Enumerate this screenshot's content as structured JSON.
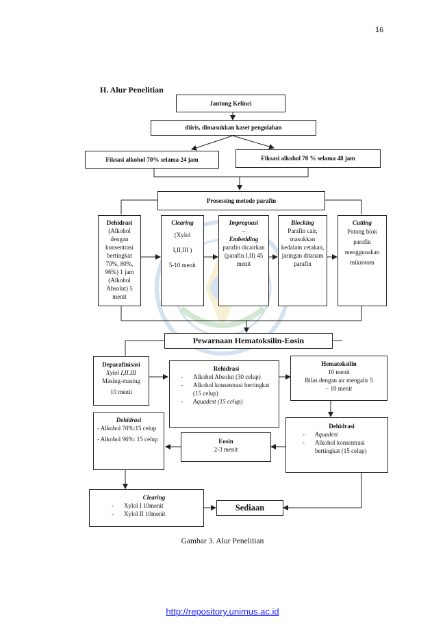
{
  "page_number": "16",
  "section_title": "H.  Alur Penelitian",
  "flow": {
    "start": "Jantung Kelinci",
    "step_cut": "diiris, dimasukkan kaset pengolahan",
    "fix_left": "Fiksasi alkohol 70%  selama 24 jam",
    "fix_right": "Fiksasi alkohol 70 % selama 48 jam",
    "processing": "Prosessing metode parafin",
    "dehidrasi": {
      "title": "Dehidrasi",
      "text": "(Alkohol dengan konsentrasi bertingkat 70%, 80%, 96%) 1 jam (Alkohol Absolut) 5 menit"
    },
    "clearing": {
      "title": "Clearing",
      "line1": "(Xylol",
      "line2": "I,II,III  )",
      "line3": "5-10 menit"
    },
    "impregnasi": {
      "title": "Impregnasi",
      "dash": "–",
      "title2": "Embedding",
      "text": "parafin dicairkan (parafin I,II) 45 menit"
    },
    "blocking": {
      "title": "Blocking",
      "text": "Parafin cair, masukkan kedalam cetakan, jaringan ditanam parafin"
    },
    "cutting": {
      "title": "Cutting",
      "text": "Potong blok parafin menggunakan mikrotom"
    },
    "pewarnaan": "Pewarnaan Hematoksilin-Eosin",
    "deparafinisasi": {
      "title": "Deparafinisasi",
      "line1": "Xylol I,II,III",
      "line2": "Masing-masing",
      "line3": "10 menit"
    },
    "rehidrasi": {
      "title": "Rehidrasi",
      "items": [
        "Alkohol Absolut (30 celup)",
        "Alkohol konsentrasi bertingkat (15 celup)",
        "Aquadest (15 celup)"
      ]
    },
    "hematoksilin": {
      "title": "Hematoksilin",
      "line1": "10 menit",
      "line2": "Bilas dengan air mengalir 5",
      "line3": "– 10 menit"
    },
    "dehidrasi2": {
      "title": "Dehidrasi",
      "items": [
        "- Alkohol 70%:15 celup",
        "- Alkohol 96%: 15 celup"
      ]
    },
    "eosin": {
      "title": "Eosin",
      "line1": "2-3 menit"
    },
    "dehidrasi3": {
      "title": "Dehidrasi",
      "items": [
        "Aquadest",
        "Alkohol konsentrasi bertingkat (15 celup)"
      ]
    },
    "clearing2": {
      "title": "Clearing",
      "items": [
        "Xylol I 10menit",
        "Xylol II 10menit"
      ]
    },
    "sediaan": "Sediaan"
  },
  "caption": "Gambar 3. Alur Penelitian",
  "footer_link": "http://repository.unimus.ac.id",
  "colors": {
    "link": "#1a1aff",
    "line": "#222222",
    "watermark": "#3a7bbf"
  }
}
